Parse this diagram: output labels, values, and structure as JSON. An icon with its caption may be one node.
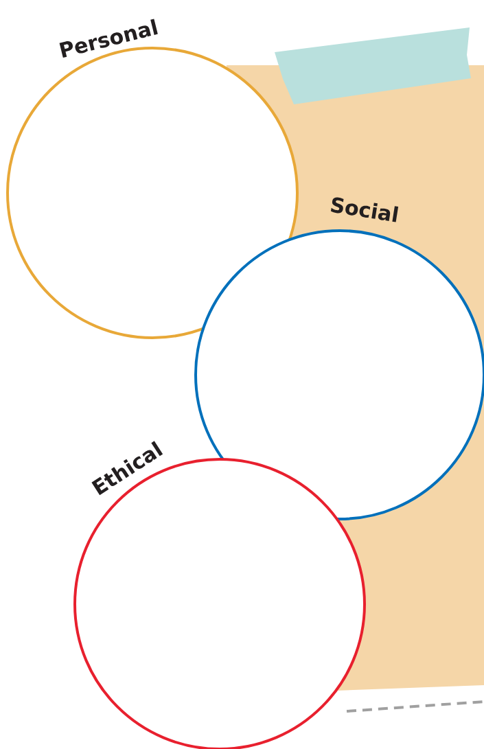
{
  "diagram": {
    "nodes": [
      {
        "text": [
          "Personal"
        ]
      },
      {
        "text": [
          "Social"
        ]
      },
      {
        "text": [
          "Ethical"
        ]
      }
    ]
  }
}
